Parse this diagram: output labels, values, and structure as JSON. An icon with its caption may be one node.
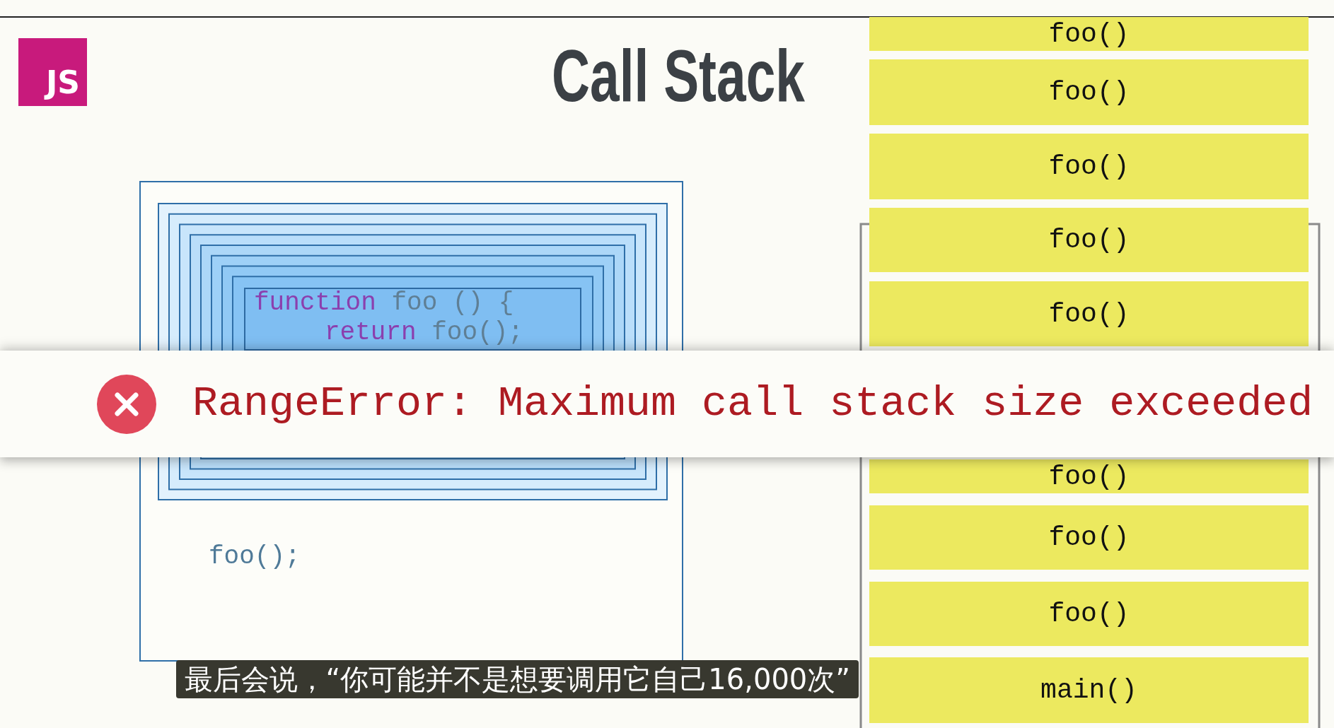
{
  "diagram": {
    "title": "Call Stack",
    "nodes": [
      {
        "text": [
          "foo();"
        ]
      },
      {
        "text": [
          "function foo () {",
          "return foo();"
        ],
        "in": 0
      },
      {
        "text": [
          "RangeError: Maximum call stack size exceeded"
        ]
      },
      {
        "text": [
          "foo()"
        ]
      },
      {
        "text": [
          "foo()"
        ]
      },
      {
        "text": [
          "foo()"
        ]
      },
      {
        "text": [
          "foo()"
        ]
      },
      {
        "text": [
          "foo()"
        ]
      },
      {
        "text": [
          "foo()"
        ]
      },
      {
        "text": [
          "foo()"
        ]
      },
      {
        "text": [
          "foo()"
        ]
      },
      {
        "text": [
          "main()"
        ]
      }
    ],
    "labels": [
      "JS"
    ],
    "caption": "最后会说，“你可能并不是想要调用它自己16,000次”"
  }
}
